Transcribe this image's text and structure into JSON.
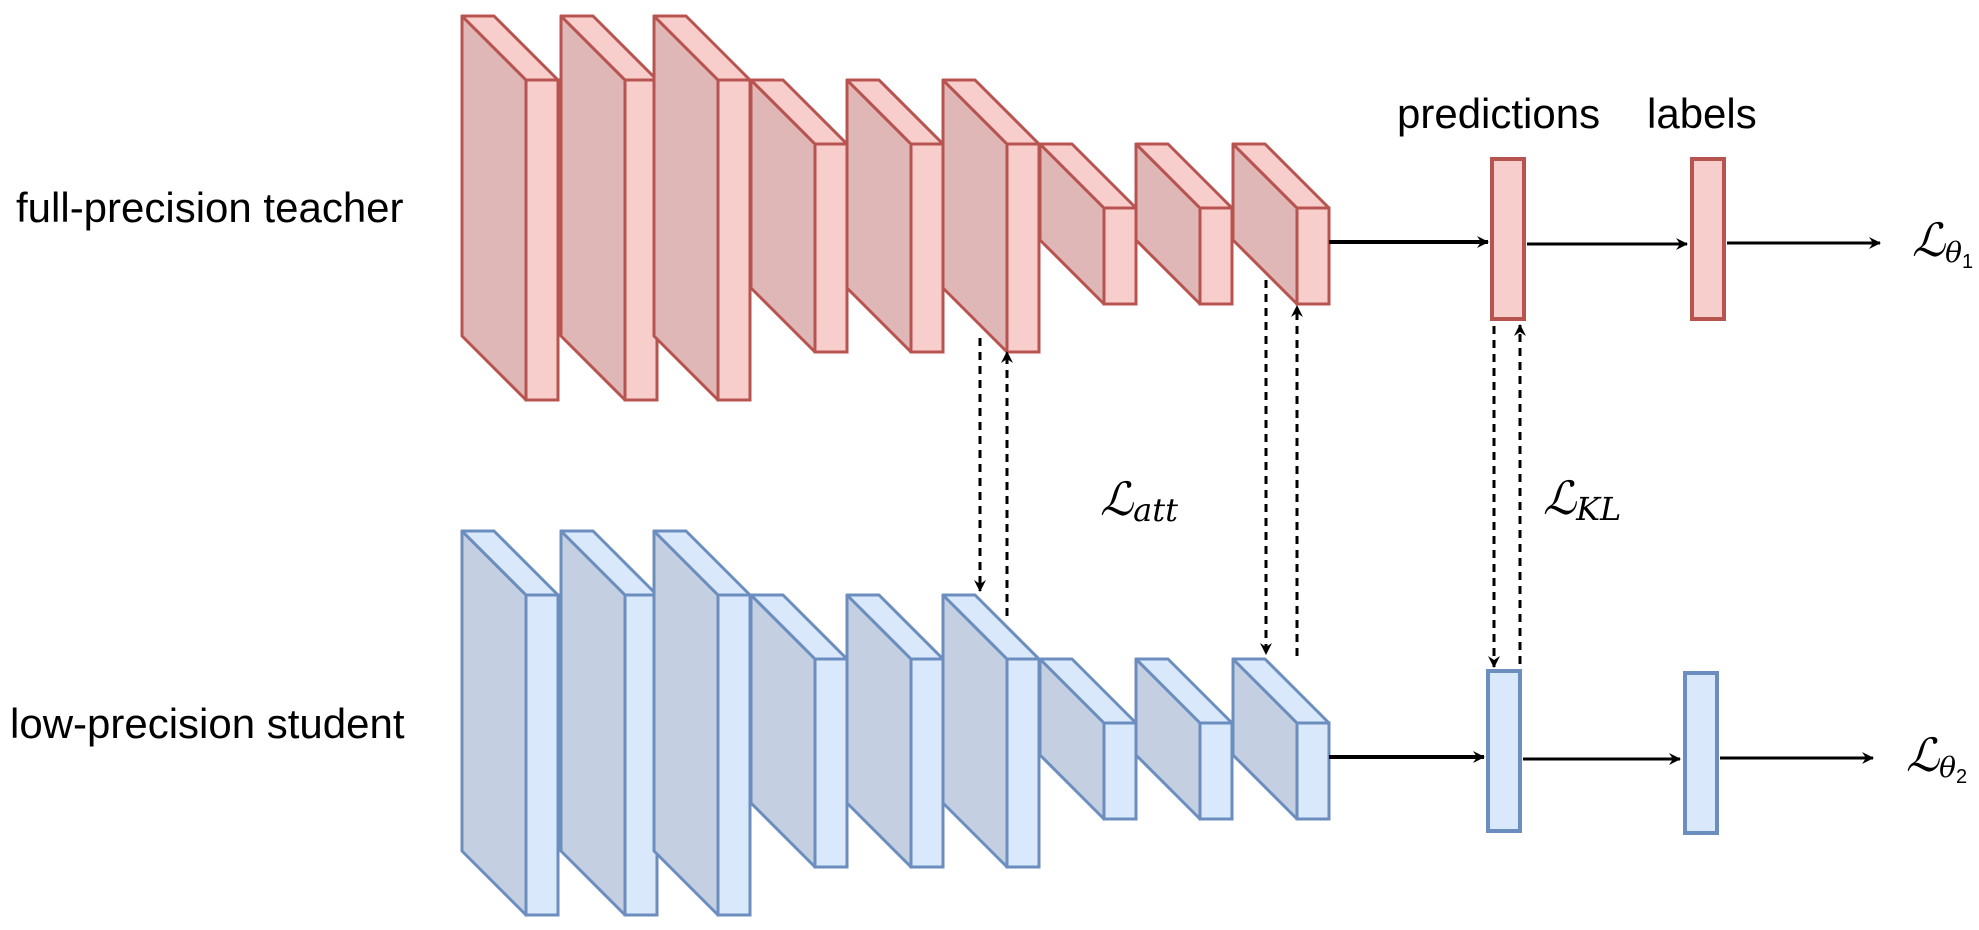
{
  "labels": {
    "teacher": "full-precision teacher",
    "student": "low-precision student",
    "predictions": "predictions",
    "labels": "labels"
  },
  "losses": {
    "att": {
      "main": "ℒ",
      "sub": "att"
    },
    "kl": {
      "main": "ℒ",
      "sub": "KL"
    },
    "theta1": {
      "main": "ℒ",
      "sub": "θ",
      "subsub": "1"
    },
    "theta2": {
      "main": "ℒ",
      "sub": "θ",
      "subsub": "2"
    }
  },
  "colors": {
    "teacher_fill_side": "#e0b7b7",
    "teacher_fill_front": "#f8cecc",
    "teacher_stroke": "#b85450",
    "student_fill_side": "#c4d0e2",
    "student_fill_front": "#dae8fc",
    "student_stroke": "#6c8ebf",
    "arrow": "#000000"
  }
}
